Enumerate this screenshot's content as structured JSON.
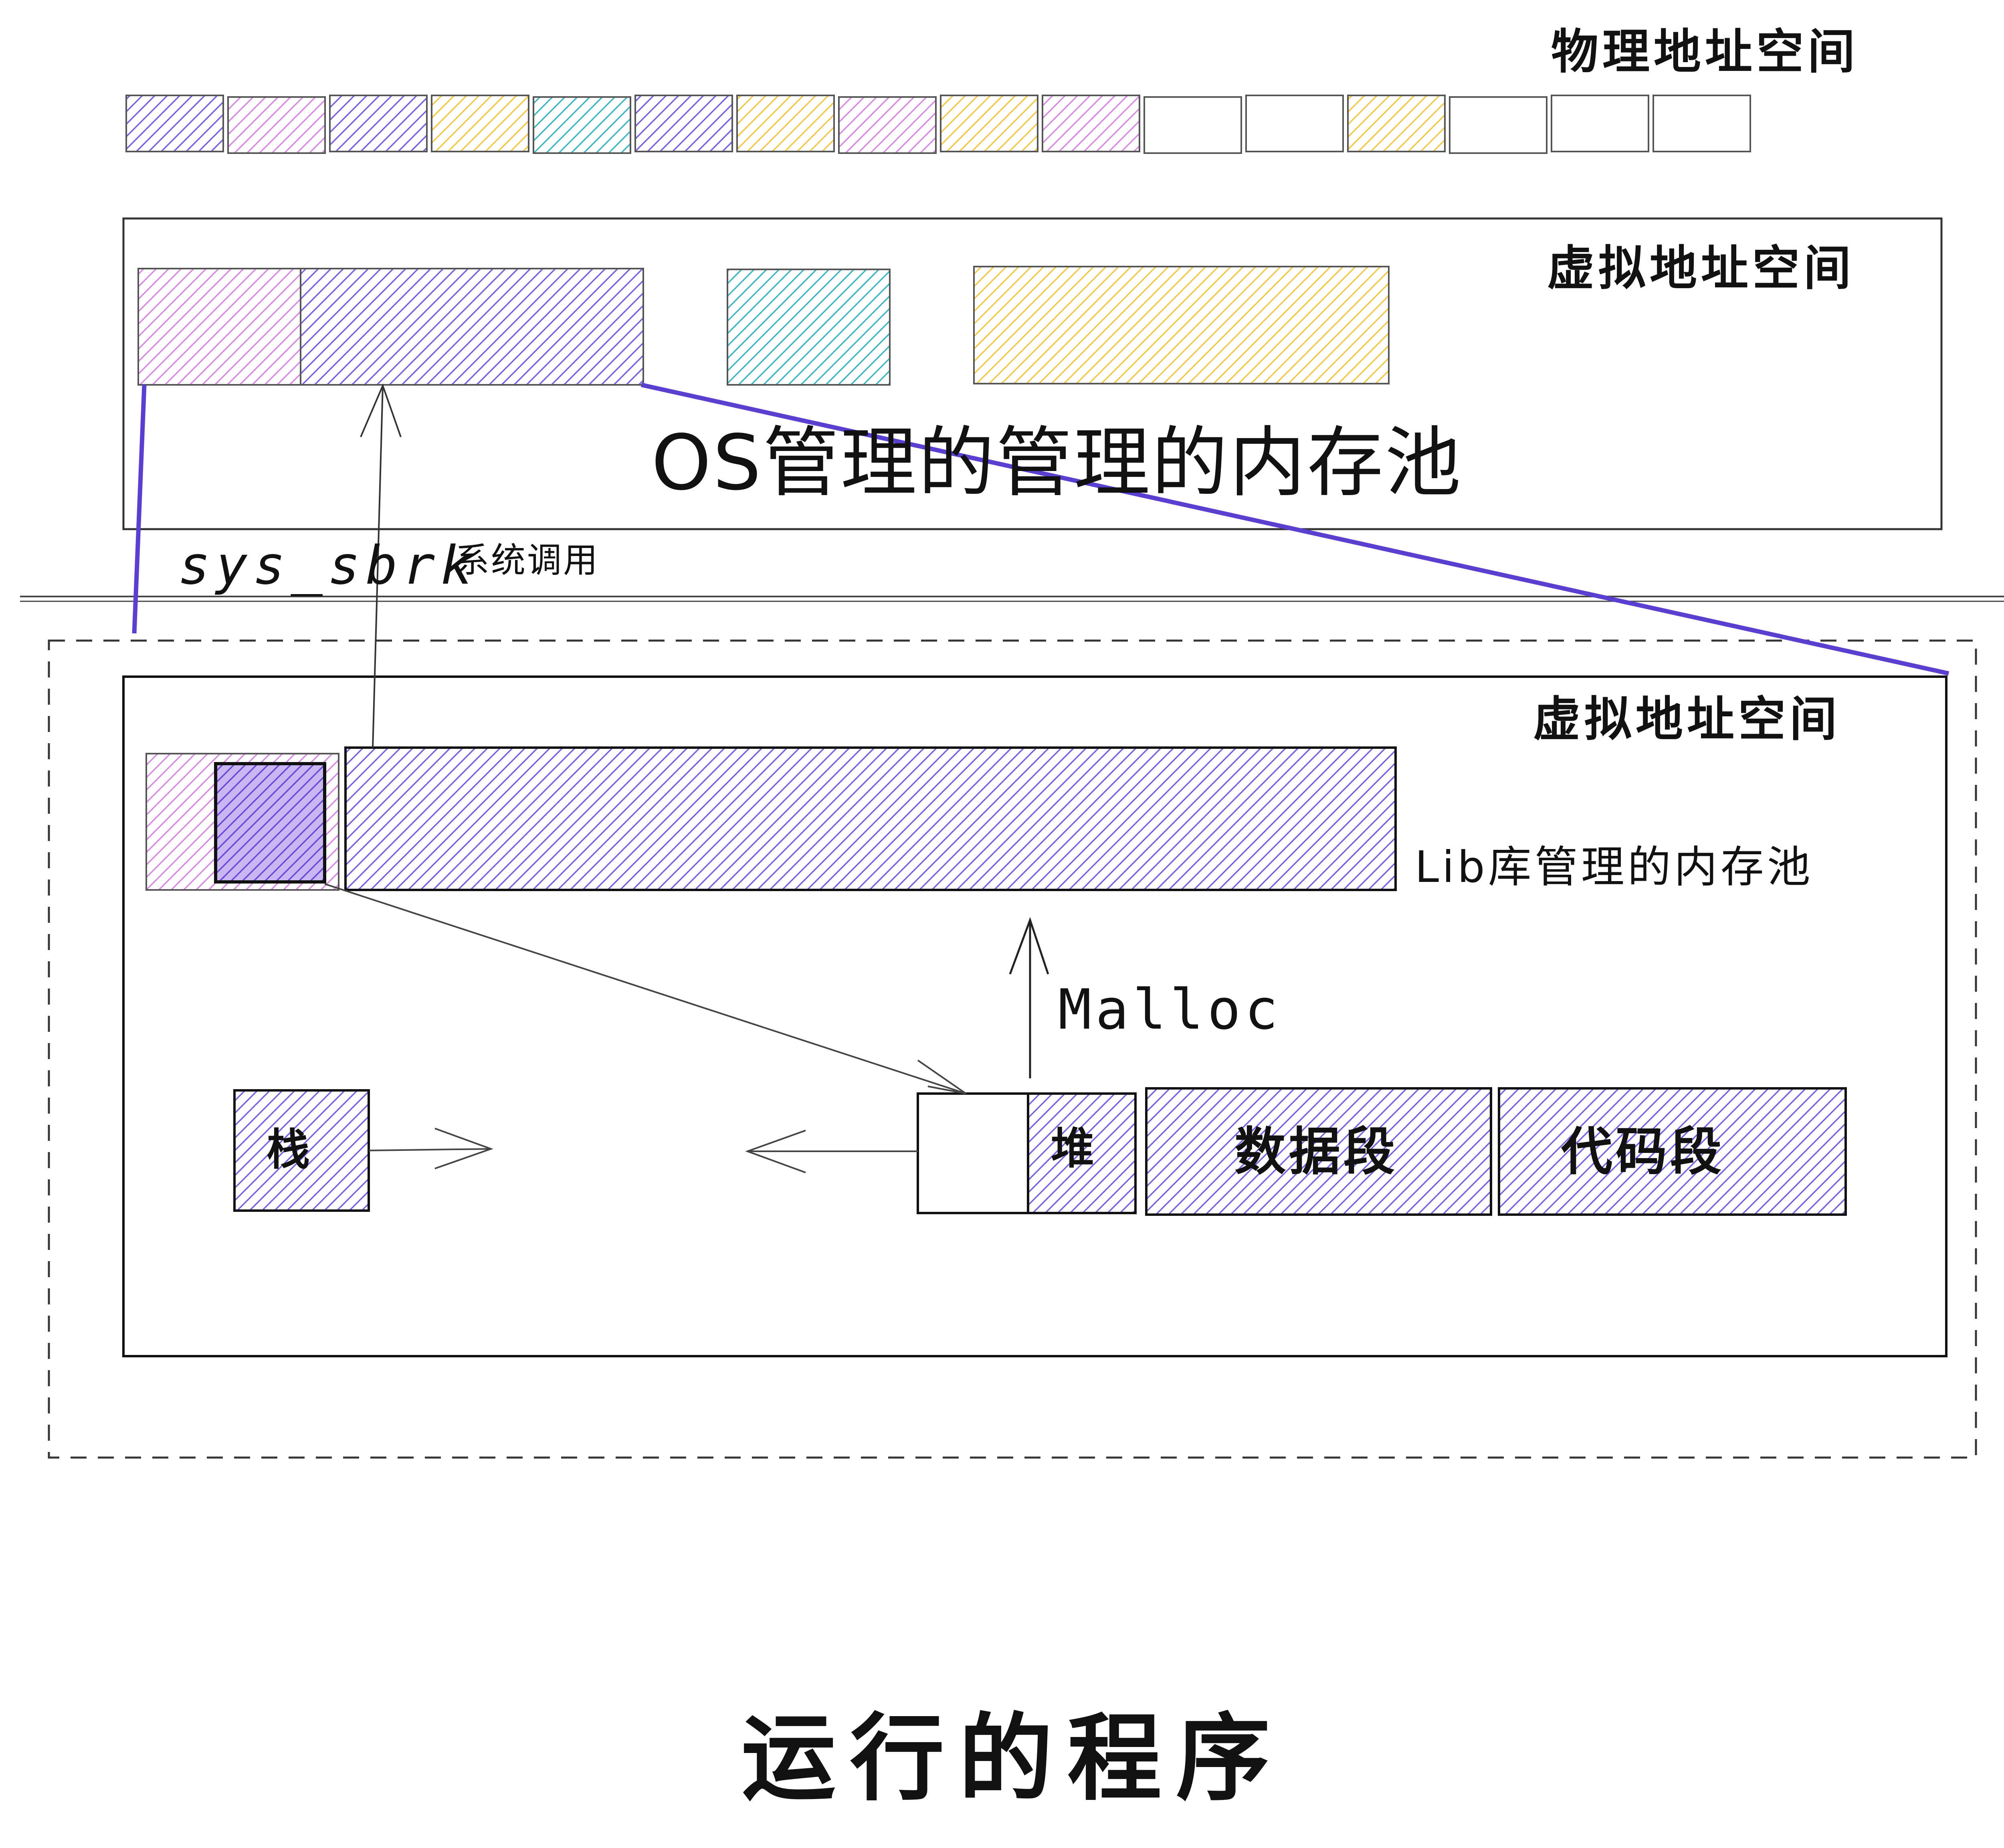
{
  "labels": {
    "physical_space": "物理地址空间",
    "os_virtual_space": "虚拟地址空间",
    "os_pool": "OS管理的管理的内存池",
    "syscall_name": "sys_sbrk",
    "syscall_desc": "系统调用",
    "proc_virtual_space": "虚拟地址空间",
    "lib_pool": "Lib库管理的内存池",
    "malloc": "Malloc",
    "stack": "栈",
    "heap": "堆",
    "data_segment": "数据段",
    "code_segment": "代码段",
    "running_program": "运行的程序"
  },
  "colors": {
    "purple": "#7b61e0",
    "pink": "#d78be0",
    "yellow": "#f2c84b",
    "teal": "#3fb6c2",
    "line_purple": "#5b3fd0"
  },
  "physical_pages": [
    "purple",
    "pink",
    "purple",
    "yellow",
    "teal",
    "purple",
    "yellow",
    "pink",
    "yellow",
    "pink",
    "white",
    "white",
    "yellow",
    "white",
    "white",
    "white"
  ]
}
